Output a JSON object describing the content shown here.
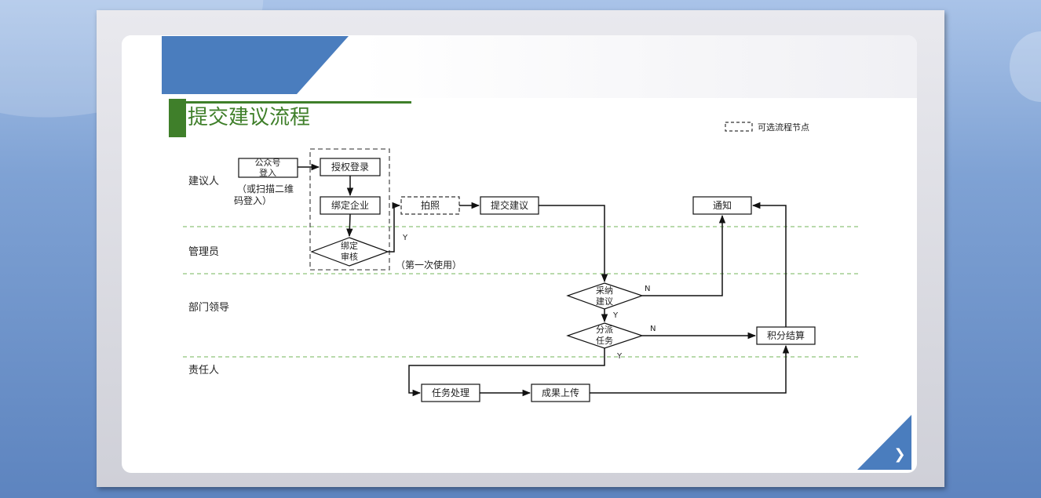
{
  "slide": {
    "title": "提交建议流程",
    "legend_label": "可选流程节点"
  },
  "lanes": [
    "建议人",
    "管理员",
    "部门领导",
    "责任人"
  ],
  "nodes": {
    "gzh_login_l1": "公众号",
    "gzh_login_l2": "登入",
    "scan_note_l1": "（或扫描二维",
    "scan_note_l2": "码登入）",
    "auth_login": "授权登录",
    "bind_company": "绑定企业",
    "bind_review_l1": "绑定",
    "bind_review_l2": "审核",
    "first_use": "（第一次使用）",
    "photo": "拍照",
    "submit": "提交建议",
    "notify": "通知",
    "adopt_l1": "采纳",
    "adopt_l2": "建议",
    "assign_l1": "分派",
    "assign_l2": "任务",
    "points": "积分结算",
    "task_process": "任务处理",
    "result_upload": "成果上传"
  },
  "edge_labels": {
    "y1": "Y",
    "n_adopt": "N",
    "y_adopt": "Y",
    "n_assign": "N",
    "y_assign": "Y"
  },
  "colors": {
    "accent_blue": "#4a7dbe",
    "title_green": "#3f7f2a",
    "lane_divider": "#8fc47a"
  }
}
